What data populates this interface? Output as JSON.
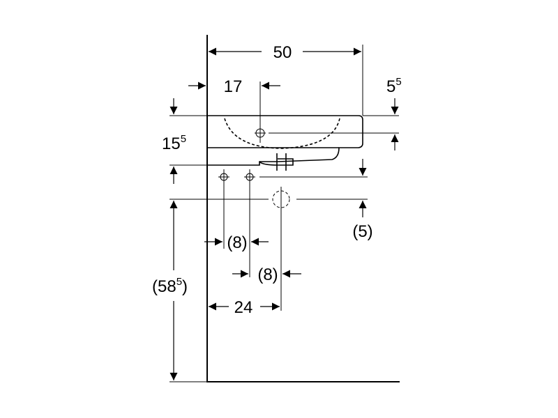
{
  "dimensions": {
    "width_total": "50",
    "tap_offset": "17",
    "rim_to_overflow": "5",
    "rim_to_overflow_sup": "5",
    "basin_height": "15",
    "basin_height_sup": "5",
    "supply_to_waste": "(5)",
    "supply_spacing_left": "(8)",
    "supply_spacing_right": "(8)",
    "waste_height": "(58",
    "waste_height_sup": "5",
    "waste_height_close": ")",
    "waste_offset": "24"
  }
}
